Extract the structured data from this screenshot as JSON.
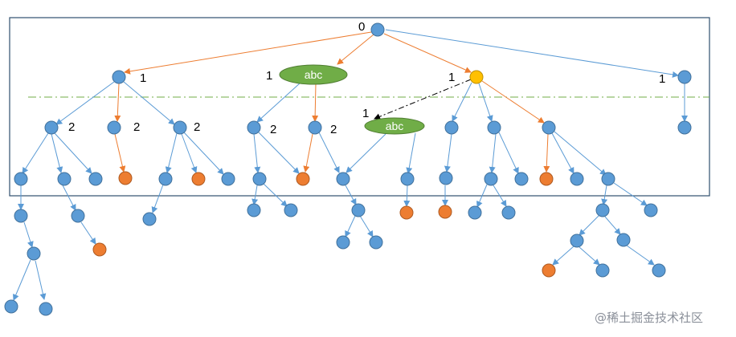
{
  "diagram": {
    "labels": {
      "root": "0",
      "level1_a": "1",
      "level1_b": "1",
      "level1_c": "1",
      "level1_d": "1",
      "level2_a": "2",
      "level2_b": "2",
      "level2_c": "2",
      "level2_d": "2",
      "level2_e": "2",
      "fail_link": "1"
    },
    "ovals": {
      "top": "abc",
      "mid": "abc"
    },
    "watermark": "@稀土掘金技术社区",
    "colors": {
      "blue_node": "#5b9bd5",
      "orange_node": "#ed7d31",
      "yellow_node": "#ffc000",
      "green_oval": "#70ad47",
      "blue_edge": "#5b9bd5",
      "orange_edge": "#ed7d31",
      "box_border": "#2f4f6f",
      "dashed_line": "#70ad47"
    }
  }
}
